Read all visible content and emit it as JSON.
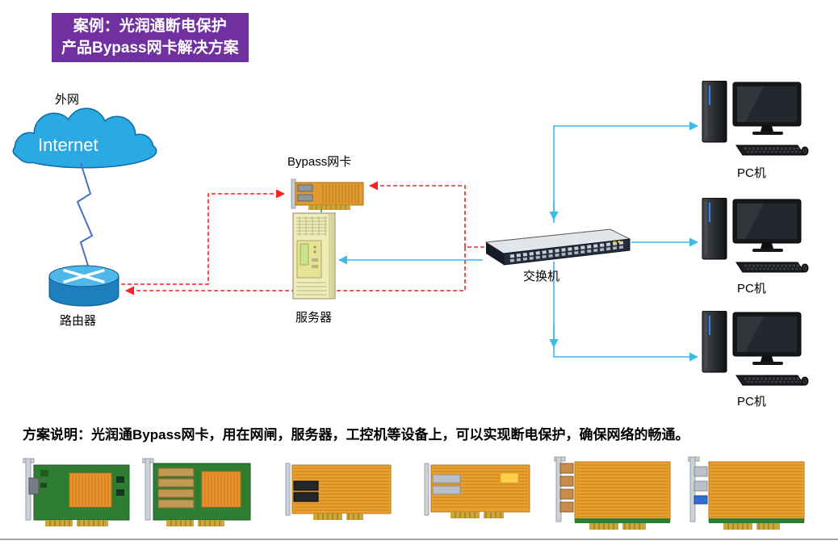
{
  "title": {
    "line1": "案例：光润通断电保护",
    "line2": "产品Bypass网卡解决方案"
  },
  "labels": {
    "wan": "外网",
    "internet": "Internet",
    "router": "路由器",
    "bypass_card": "Bypass网卡",
    "server": "服务器",
    "switch": "交换机",
    "pcs": [
      "PC机",
      "PC机",
      "PC机"
    ]
  },
  "description": {
    "text": "方案说明：光润通Bypass网卡，用在网闸，服务器，工控机等设备上，可以实现断电保护，确保网络的畅通。"
  },
  "colors": {
    "title_bg": "#7030A0",
    "title_text": "#FFFFFF",
    "cloud_fill": "#2BA9E2",
    "cloud_stroke": "#0C6DA8",
    "router_blue": "#1E7FBF",
    "arrow_red": "#FF2222",
    "arrow_cyan": "#3FB9E6",
    "arrow_green": "#00A550",
    "nic_orange": "#E8912D",
    "pcb_green": "#2F7D33"
  },
  "icons": {
    "cloud": "internet-cloud-icon",
    "lightning": "lightning-bolt-icon",
    "router": "router-icon",
    "bypass_nic": "bypass-nic-icon",
    "server": "server-icon",
    "switch": "switch-icon",
    "pc": "pc-icon"
  }
}
